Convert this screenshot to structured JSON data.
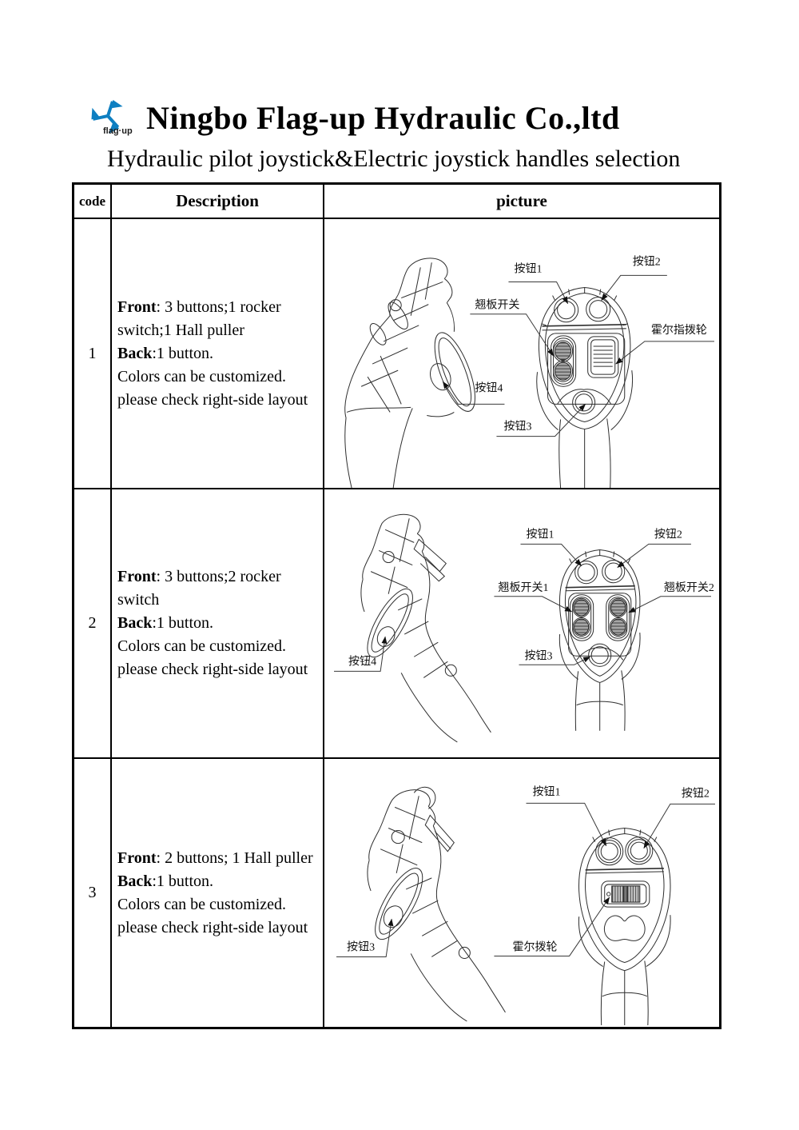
{
  "header": {
    "logo": {
      "text": "flag·up",
      "color": "#0e7fc1",
      "icon": "pinwheel-flags-icon"
    },
    "company_title": "Ningbo Flag-up Hydraulic Co.,ltd",
    "subtitle": "Hydraulic pilot joystick&Electric joystick handles selection"
  },
  "table": {
    "header": {
      "code": "code",
      "description": "Description",
      "picture": "picture"
    },
    "rows": [
      {
        "code": "1",
        "description": {
          "front_label": "Front",
          "front_text": ": 3 buttons;1 rocker switch;1 Hall puller",
          "back_label": "Back",
          "back_text": ":1 button.",
          "note1": "Colors can be customized.",
          "note2": "please check right-side layout"
        },
        "annotations": {
          "btn1": "按钮1",
          "btn2": "按钮2",
          "rocker": "翘板开关",
          "hall": "霍尔指拨轮",
          "btn4": "按钮4",
          "btn3": "按钮3"
        }
      },
      {
        "code": "2",
        "description": {
          "front_label": "Front",
          "front_text": ": 3 buttons;2 rocker switch",
          "back_label": "Back",
          "back_text": ":1 button.",
          "note1": "Colors can be customized.",
          "note2": "please check right-side layout"
        },
        "annotations": {
          "btn1": "按钮1",
          "btn2": "按钮2",
          "rocker1": "翘板开关1",
          "rocker2": "翘板开关2",
          "btn3": "按钮3",
          "btn4": "按钮4"
        }
      },
      {
        "code": "3",
        "description": {
          "front_label": "Front",
          "front_text": ": 2 buttons; 1 Hall puller",
          "back_label": "Back",
          "back_text": ":1 button.",
          "note1": "Colors can be customized.",
          "note2": "please check right-side layout"
        },
        "annotations": {
          "btn1": "按钮1",
          "btn2": "按钮2",
          "hall": "霍尔拨轮",
          "btn3": "按钮3"
        }
      }
    ]
  }
}
